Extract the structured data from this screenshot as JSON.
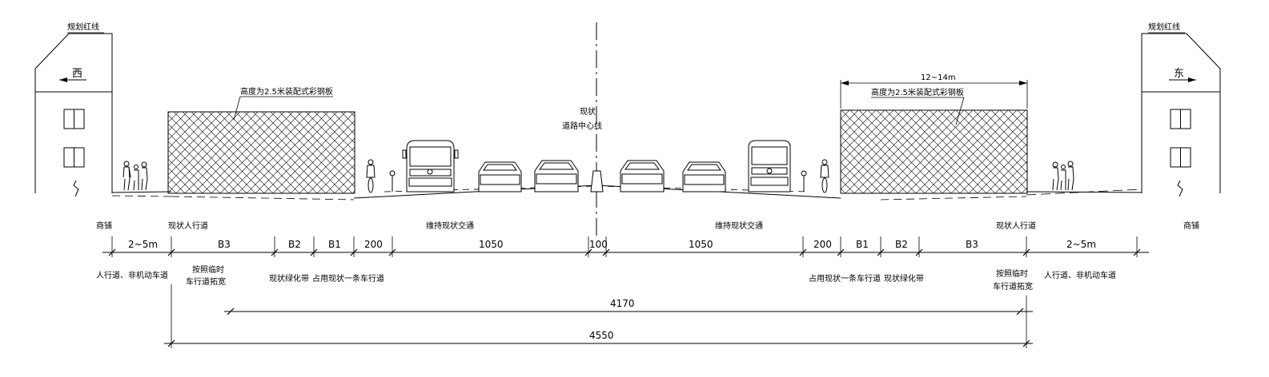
{
  "labels": {
    "red_line_left": "规划红线",
    "red_line_right": "规划红线",
    "west": "西",
    "east": "东",
    "fence_left": "高度为2.5米装配式彩钢板",
    "fence_right": "高度为2.5米装配式彩钢板",
    "fence_width": "12~14m",
    "centerline_1": "现状",
    "centerline_2": "道路中心线",
    "shop_left": "商铺",
    "shop_right": "商铺",
    "sidewalk_left": "现状人行道",
    "sidewalk_right": "现状人行道",
    "traffic_left": "维持现状交通",
    "traffic_right": "维持现状交通"
  },
  "dims_left": [
    "2~5m",
    "B3",
    "B2",
    "B1",
    "200",
    "1050"
  ],
  "center_dim": "100",
  "dims_right": [
    "1050",
    "200",
    "B1",
    "B2",
    "B3",
    "2~5m"
  ],
  "notes_left": {
    "ped": "人行道、非机动车道",
    "widen_1": "按照临时",
    "widen_2": "车行道拓宽",
    "green": "现状绿化带",
    "occupy": "占用现状一条车行道"
  },
  "notes_right": {
    "occupy": "占用现状一条车行道",
    "green": "现状绿化带",
    "widen_1": "按照临时",
    "widen_2": "车行道拓宽",
    "ped": "人行道、非机动车道"
  },
  "total_inner": "4170",
  "total_outer": "4550"
}
